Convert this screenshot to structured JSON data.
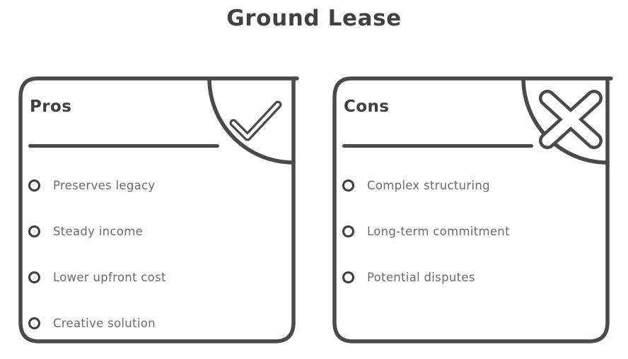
{
  "page": {
    "title": "Ground Lease",
    "background_color": "#ffffff",
    "border_color": "#4a4a4a",
    "heading_color": "#3f3f3f",
    "item_text_color": "#6b6b6b"
  },
  "cards": [
    {
      "heading": "Pros",
      "corner_icon": "check-icon",
      "items": [
        {
          "bullet": "circle-bullet-icon",
          "label": "Preserves legacy"
        },
        {
          "bullet": "circle-bullet-icon",
          "label": "Steady income"
        },
        {
          "bullet": "circle-bullet-icon",
          "label": "Lower upfront cost"
        },
        {
          "bullet": "circle-bullet-icon",
          "label": "Creative solution"
        }
      ]
    },
    {
      "heading": "Cons",
      "corner_icon": "cross-icon",
      "items": [
        {
          "bullet": "circle-bullet-icon",
          "label": "Complex structuring"
        },
        {
          "bullet": "circle-bullet-icon",
          "label": "Long-term commitment"
        },
        {
          "bullet": "circle-bullet-icon",
          "label": "Potential disputes"
        }
      ]
    }
  ]
}
